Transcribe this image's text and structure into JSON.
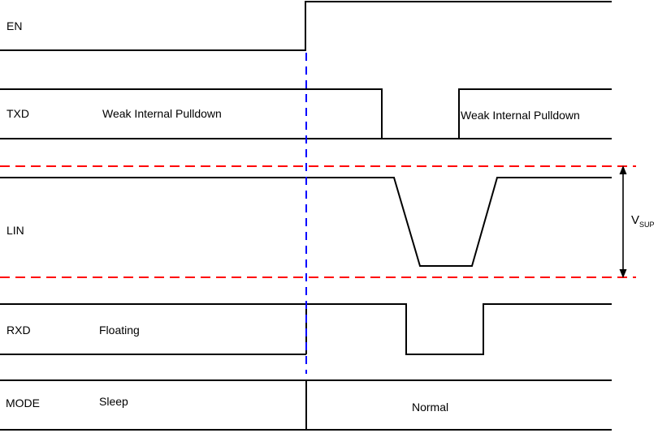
{
  "colors": {
    "background": "#ffffff",
    "waveform": "#000000",
    "supply_reference_dashed": "#ff0000",
    "mode_transition_dashed": "#0000ff"
  },
  "signals": [
    {
      "label": "EN"
    },
    {
      "label": "TXD",
      "left_annotation": "Weak Internal Pulldown",
      "right_annotation": "Weak Internal Pulldown"
    },
    {
      "label": "LIN"
    },
    {
      "label": "RXD",
      "left_annotation": "Floating"
    },
    {
      "label": "MODE",
      "left_annotation": "Sleep",
      "right_annotation": "Normal"
    }
  ],
  "vsup": {
    "base": "V",
    "sub": "SUP"
  }
}
